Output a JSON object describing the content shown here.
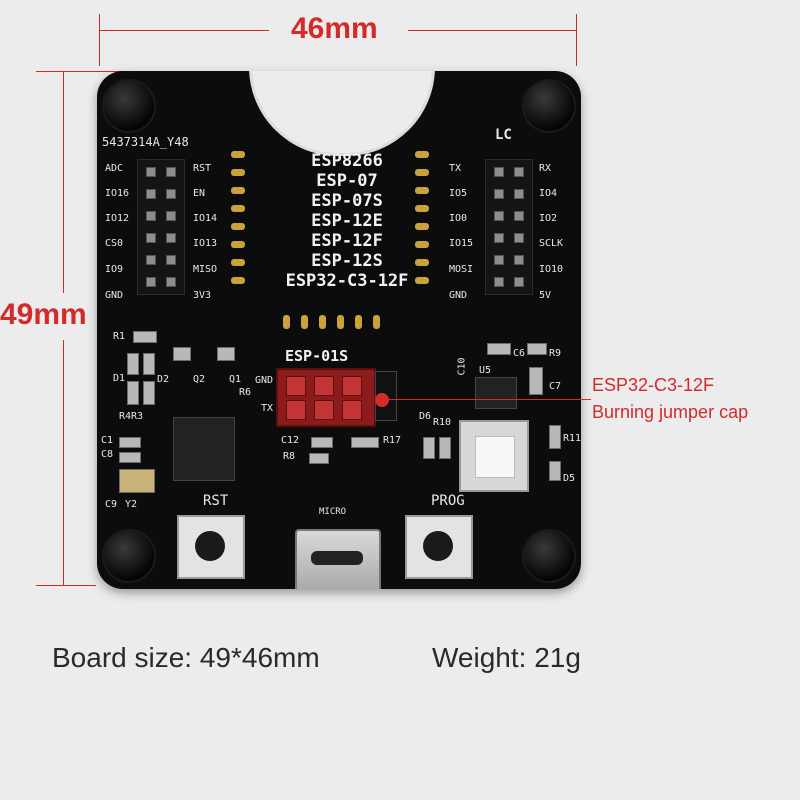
{
  "dimensions": {
    "width_label": "46mm",
    "height_label": "49mm"
  },
  "board": {
    "id_label": "5437314A_Y48",
    "corner_label": "LC",
    "module_labels": [
      "ESP8266",
      "ESP-07",
      "ESP-07S",
      "ESP-12E",
      "ESP-12F",
      "ESP-12S",
      "ESP32-C3-12F"
    ],
    "esp01_label": "ESP-01S",
    "left_header_outer": [
      "ADC",
      "IO16",
      "IO12",
      "CS0",
      "IO9",
      "GND"
    ],
    "left_header_inner": [
      "RST",
      "EN",
      "IO14",
      "IO13",
      "MISO",
      "3V3"
    ],
    "right_header_inner": [
      "TX",
      "IO5",
      "IO0",
      "IO15",
      "MOSI",
      "GND"
    ],
    "right_header_outer": [
      "RX",
      "IO4",
      "IO2",
      "SCLK",
      "IO10",
      "5V"
    ],
    "component_labels": {
      "r1": "R1",
      "d1": "D1",
      "d2": "D2",
      "q2": "Q2",
      "q1": "Q1",
      "r6": "R6",
      "r4r3": "R4R3",
      "c1": "C1",
      "c8": "C8",
      "c9": "C9",
      "y2": "Y2",
      "c12": "C12",
      "r8": "R8",
      "r17": "R17",
      "gnd": "GND",
      "tx": "TX",
      "c10": "C10",
      "u5": "U5",
      "c6": "C6",
      "r9": "R9",
      "c7": "C7",
      "d6": "D6",
      "r10": "R10",
      "r11": "R11",
      "d5": "D5",
      "micro": "MICRO"
    },
    "rst_label": "RST",
    "prog_label": "PROG"
  },
  "callout": {
    "line1": "ESP32-C3-12F",
    "line2": "Burning jumper cap"
  },
  "captions": {
    "board_size": "Board size: 49*46mm",
    "weight": "Weight: 21g"
  },
  "colors": {
    "accent": "#d32a2a",
    "board": "#0c0c0c",
    "background": "#ececec"
  }
}
